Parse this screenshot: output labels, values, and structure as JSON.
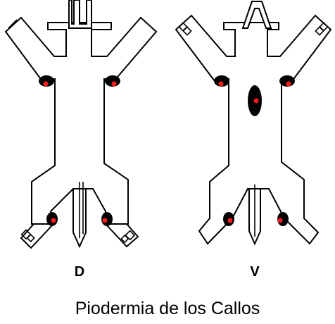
{
  "figure": {
    "caption": "Piodermia de los Callos",
    "views": [
      {
        "label": "D"
      },
      {
        "label": "V"
      }
    ],
    "colors": {
      "outline": "#000000",
      "callus_lesion": "#000000",
      "lesion_marker": "#ff1a1a",
      "background": "#ffffff"
    }
  }
}
